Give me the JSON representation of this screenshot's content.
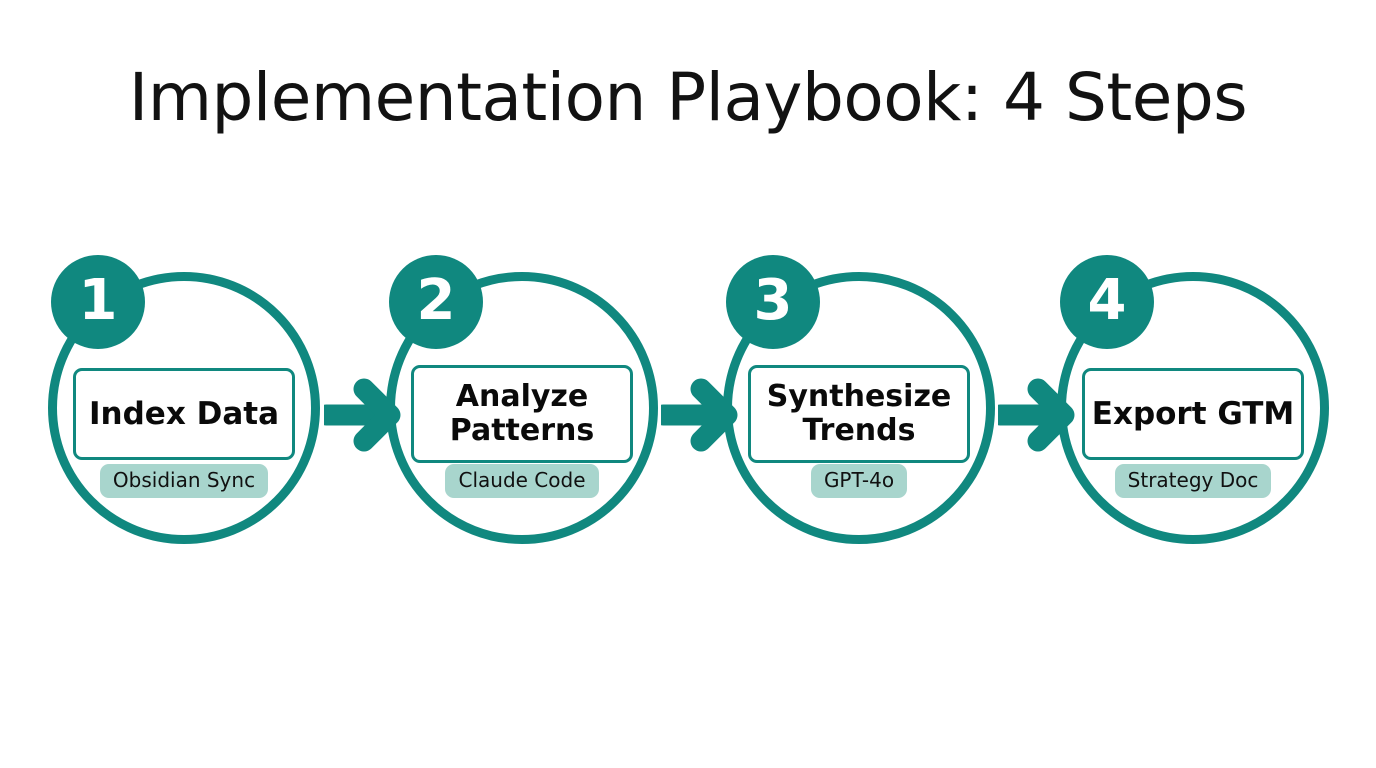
{
  "title": "Implementation Playbook: 4 Steps",
  "theme": {
    "accent": "#10887f",
    "badge_bg": "#a8d5cd",
    "text": "#0a0a0a",
    "background": "#ffffff"
  },
  "steps": [
    {
      "number": "1",
      "label": "Index Data",
      "label_lines": [
        "Index Data"
      ],
      "badge": "Obsidian Sync"
    },
    {
      "number": "2",
      "label": "Analyze Patterns",
      "label_lines": [
        "Analyze",
        "Patterns"
      ],
      "badge": "Claude Code"
    },
    {
      "number": "3",
      "label": "Synthesize Trends",
      "label_lines": [
        "Synthesize",
        "Trends"
      ],
      "badge": "GPT-4o"
    },
    {
      "number": "4",
      "label": "Export GTM",
      "label_lines": [
        "Export GTM"
      ],
      "badge": "Strategy Doc"
    }
  ],
  "connectors": [
    {
      "icon": "arrow-right-icon",
      "from": "1",
      "to": "2"
    },
    {
      "icon": "arrow-right-icon",
      "from": "2",
      "to": "3"
    },
    {
      "icon": "arrow-right-icon",
      "from": "3",
      "to": "4"
    }
  ]
}
